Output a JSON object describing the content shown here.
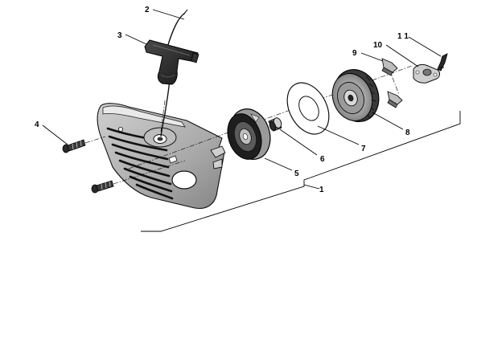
{
  "diagram": {
    "callouts": {
      "p1": "1",
      "p2": "2",
      "p3": "3",
      "p4": "4",
      "p5": "5",
      "p6": "6",
      "p7": "7",
      "p8": "8",
      "p9": "9",
      "p10": "10",
      "p11": "1 1"
    }
  }
}
